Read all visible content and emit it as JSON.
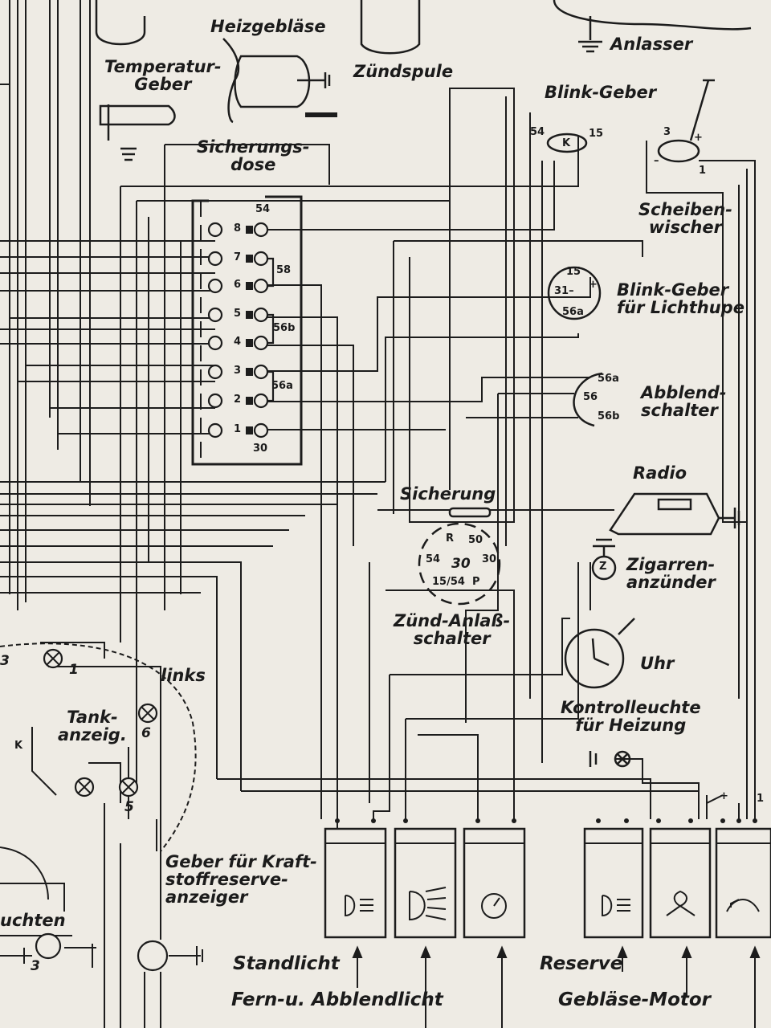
{
  "components": {
    "heizgeblaese": "Heizgebläse",
    "zuendspule": "Zündspule",
    "anlasser": "Anlasser",
    "temperatur_geber": "Temperatur-\nGeber",
    "blink_geber": "Blink-Geber",
    "sicherungsdose": "Sicherungs-\ndose",
    "scheibenwischer": "Scheiben-\nwischer",
    "blink_geber_lichthupe": "Blink-Geber\nfür Lichthupe",
    "abblendschalter": "Abblend-\nschalter",
    "radio": "Radio",
    "sicherung": "Sicherung",
    "zigarrenanzuender": "Zigarren-\nanzünder",
    "zuend_anlassschalter": "Zünd-Anlaß-\nschalter",
    "uhr": "Uhr",
    "kontrollleuchte_heizung": "Kontrolleuchte\nfür Heizung",
    "links": "links",
    "tankanzeige": "Tank-\nanzeig.",
    "geber_kraftstoff": "Geber für Kraft-\nstoffreserve-\nanzeiger",
    "leuchten_partial": "uchten"
  },
  "switch_labels": {
    "standlicht": "Standlicht",
    "fern_abblendlicht": "Fern-u. Abblendlicht",
    "reserve": "Reserve",
    "geblaese_motor": "Gebläse-Motor"
  },
  "terminals": {
    "blink_54": "54",
    "blink_k": "K",
    "blink_15": "15",
    "wiper_3": "3",
    "wiper_plus": "+",
    "wiper_minus": "–",
    "wiper_1": "1",
    "lh_15": "15",
    "lh_31": "31–",
    "lh_plus": "+",
    "lh_56a": "56a",
    "ab_56a": "56a",
    "ab_56": "56",
    "ab_56b": "56b",
    "z_r": "R",
    "z_50": "50",
    "z_54": "54",
    "z_30": "30",
    "z_30r": "30",
    "z_1554": "15/54",
    "z_p": "P",
    "cig_z": "Z",
    "gauge_3": "3",
    "gauge_1": "1",
    "gauge_6": "6",
    "gauge_5": "5",
    "gauge_k": "K",
    "bot_3": "3",
    "bot_plus": "+",
    "bot_1": "1"
  },
  "fuse_box": {
    "fuse_numbers": [
      "8",
      "7",
      "6",
      "5",
      "4",
      "3",
      "2",
      "1"
    ],
    "circuit_labels": {
      "top": "54",
      "f58": "58",
      "f56b": "56b",
      "f56a": "56a",
      "bottom": "30"
    }
  }
}
